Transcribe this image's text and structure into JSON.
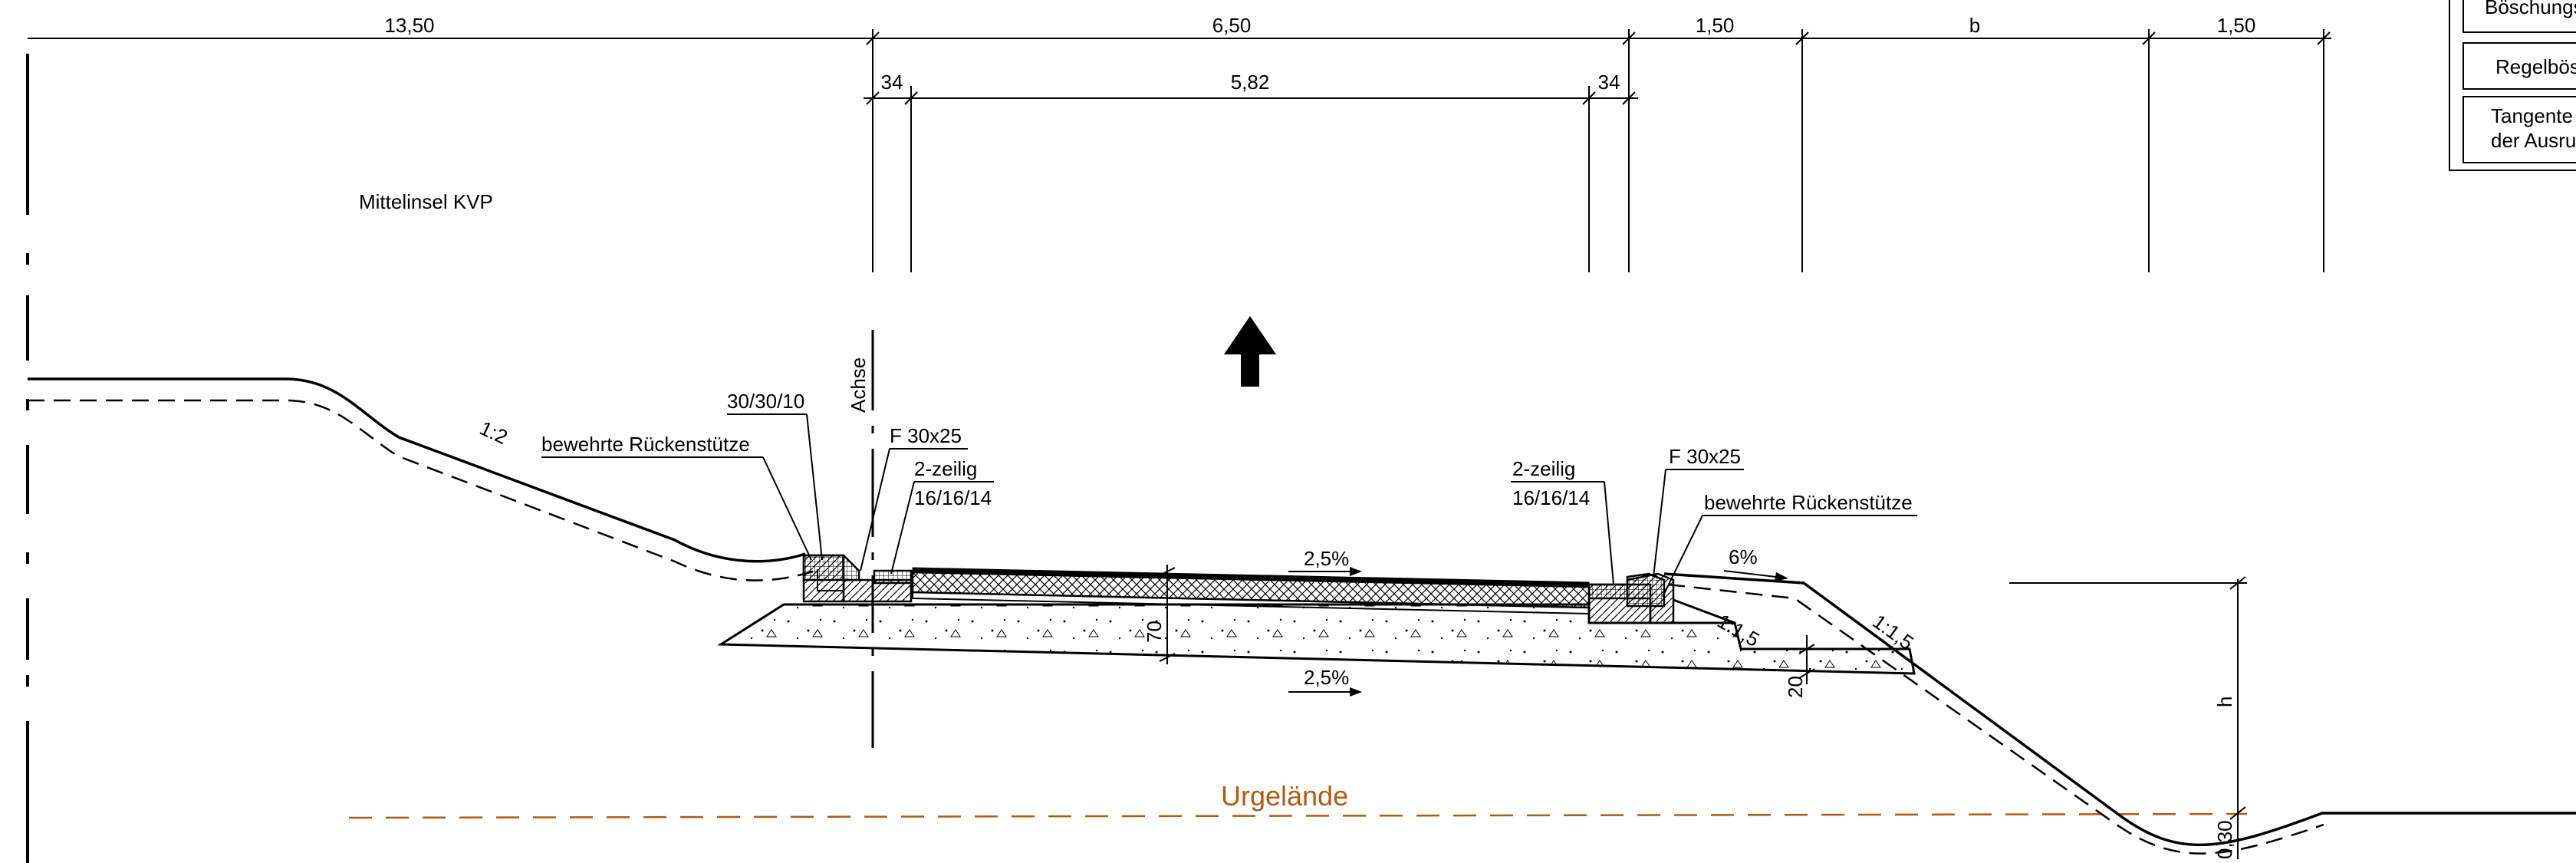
{
  "colors": {
    "line": "#000000",
    "terrain": "#b05a14",
    "background": "#ffffff"
  },
  "dimensions": {
    "top_row": [
      "13,50",
      "6,50",
      "1,50",
      "b",
      "1,50"
    ],
    "second_row": [
      "34",
      "5,82",
      "34"
    ],
    "bottom_layer": "20",
    "base_thickness": "70",
    "ditch_depth": "0,30",
    "height": "h"
  },
  "labels": {
    "median": "Mittelinsel KVP",
    "axis": "Achse",
    "curb_left_size": "30/30/10",
    "reinforced_back_support_left": "bewehrte Rückenstütze",
    "reinforced_back_support_right": "bewehrte Rückenstütze",
    "curb_f_left": "F 30x25",
    "curb_f_right": "F 30x25",
    "two_row_left": "2-zeilig",
    "two_row_left_size": "16/16/14",
    "two_row_right": "2-zeilig",
    "two_row_right_size": "16/16/14",
    "original_terrain": "Urgelände"
  },
  "slopes": {
    "left_embankment": "1:2",
    "surface_crossfall": "2,5%",
    "subgrade_crossfall": "2,5%",
    "shoulder": "6%",
    "right_embankment": "1:1,5",
    "layer_slope": "1:1,5"
  },
  "legend_partial": {
    "row1": "Böschungs",
    "row2": "Regelbös",
    "row3_line1": "Tangente",
    "row3_line2": "der Ausru"
  }
}
